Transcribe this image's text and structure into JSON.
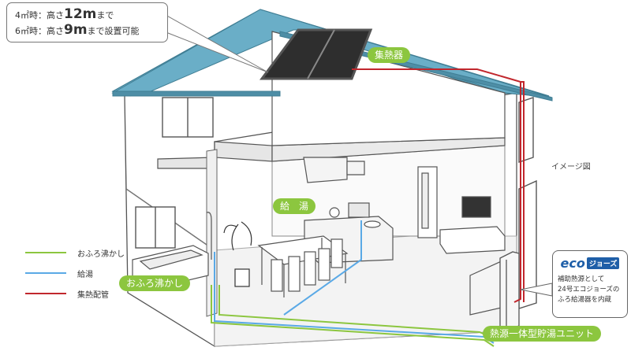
{
  "callout": {
    "line1_pre": "4㎡時：高さ",
    "line1_num": "12m",
    "line1_post": "まで",
    "line2_pre": "6㎡時：高さ",
    "line2_num": "9m",
    "line2_post": "まで設置可能"
  },
  "tags": {
    "collector": "集熱器",
    "hot_water": "給　湯",
    "bath": "おふろ沸かし",
    "unit": "熱源一体型貯湯ユニット"
  },
  "legend": [
    {
      "label": "おふろ沸かし",
      "color": "#8cc63f"
    },
    {
      "label": "給湯",
      "color": "#5aa9e6"
    },
    {
      "label": "集熱配管",
      "color": "#c1272d"
    }
  ],
  "caption": "イメージ図",
  "eco": {
    "logo_eco": "eco",
    "logo_jose": "ジョーズ",
    "line1": "補助熱源として",
    "line2": "24号エコジョーズの",
    "line3": "ふろ給湯器を内蔵"
  },
  "colors": {
    "roof": "#6aaec7",
    "collector": "#2e2e2e",
    "bath_pipe": "#8cc63f",
    "hot_water_pipe": "#5aa9e6",
    "collector_pipe": "#c1272d"
  }
}
